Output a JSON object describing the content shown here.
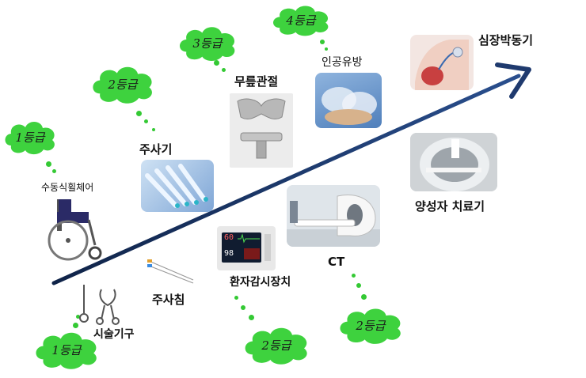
{
  "devices": {
    "wheelchair": "수동식휠체어",
    "syringe": "주사기",
    "knee_joint": "무릎관절",
    "breast_implant": "인공유방",
    "pacemaker": "심장박동기",
    "proton_therapy": "양성자 치료기",
    "ct": "CT",
    "patient_monitor": "환자감시장치",
    "needle": "주사침",
    "surgical_tools": "시술기구"
  },
  "grades": {
    "wheelchair": "1등급",
    "syringe": "2등급",
    "knee_joint": "3등급",
    "breast_implant": "4등급",
    "surgical_tools": "1등급",
    "patient_monitor": "2등급",
    "ct": "2등급"
  },
  "monitor_readouts": {
    "top": "60",
    "bottom": "98"
  },
  "colors": {
    "arrow": "#1f3a6e",
    "cloud": "#3ed23e",
    "dots": "#34c934"
  }
}
